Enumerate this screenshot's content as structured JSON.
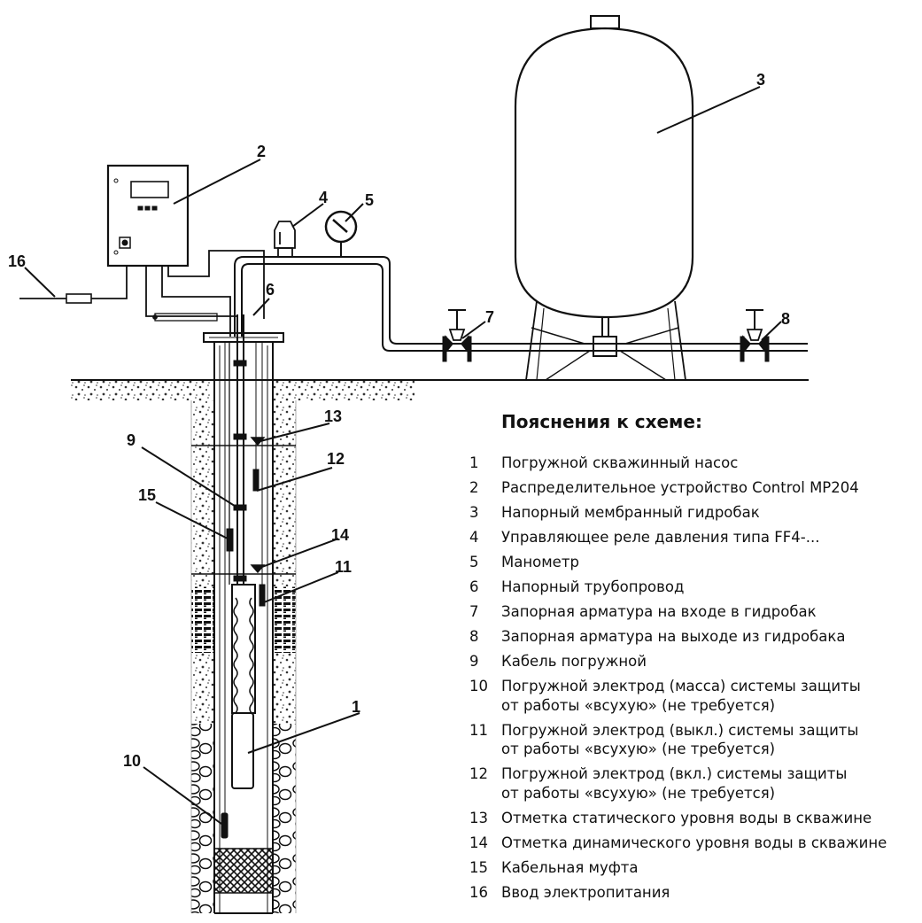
{
  "legend": {
    "title": "Пояснения к схеме:",
    "items": [
      {
        "num": "1",
        "text": "Погружной скважинный насос"
      },
      {
        "num": "2",
        "text": "Распределительное устройство Control MP204"
      },
      {
        "num": "3",
        "text": "Напорный мембранный гидробак"
      },
      {
        "num": "4",
        "text": "Управляющее реле давления типа FF4-..."
      },
      {
        "num": "5",
        "text": "Манометр"
      },
      {
        "num": "6",
        "text": "Напорный трубопровод"
      },
      {
        "num": "7",
        "text": "Запорная арматура на входе в гидробак"
      },
      {
        "num": "8",
        "text": "Запорная арматура на выходе из гидробака"
      },
      {
        "num": "9",
        "text": "Кабель погружной"
      },
      {
        "num": "10",
        "text": "Погружной электрод (масса) системы защиты\nот работы «всухую» (не требуется)"
      },
      {
        "num": "11",
        "text": "Погружной электрод (выкл.) системы защиты\nот работы «всухую» (не требуется)"
      },
      {
        "num": "12",
        "text": "Погружной электрод (вкл.) системы защиты\nот работы «всухую» (не требуется)"
      },
      {
        "num": "13",
        "text": "Отметка статического уровня воды в скважине"
      },
      {
        "num": "14",
        "text": "Отметка динамического уровня воды в скважине"
      },
      {
        "num": "15",
        "text": "Кабельная муфта"
      },
      {
        "num": "16",
        "text": "Ввод электропитания"
      }
    ]
  },
  "callouts": [
    "1",
    "2",
    "3",
    "4",
    "5",
    "6",
    "7",
    "8",
    "9",
    "10",
    "11",
    "12",
    "13",
    "14",
    "15",
    "16"
  ]
}
